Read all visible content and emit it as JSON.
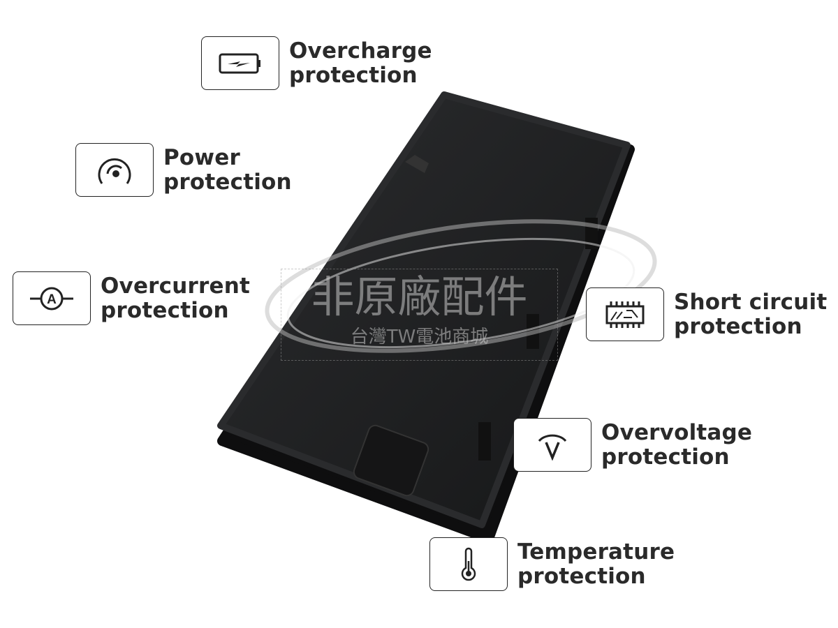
{
  "features": [
    {
      "id": "overcharge",
      "line1": "Overcharge",
      "line2": "protection",
      "icon": "battery-charge-icon"
    },
    {
      "id": "power",
      "line1": "Power",
      "line2": "protection",
      "icon": "gauge-icon"
    },
    {
      "id": "overcurrent",
      "line1": "Overcurrent",
      "line2": "protection",
      "icon": "ammeter-icon"
    },
    {
      "id": "short-circuit",
      "line1": "Short circuit",
      "line2": "protection",
      "icon": "circuit-chip-icon"
    },
    {
      "id": "overvoltage",
      "line1": "Overvoltage",
      "line2": "protection",
      "icon": "voltmeter-icon"
    },
    {
      "id": "temperature",
      "line1": "Temperature",
      "line2": "protection",
      "icon": "thermometer-icon"
    }
  ],
  "watermark": {
    "line1": "非原廠配件",
    "line2": "台灣TW電池商城"
  },
  "colors": {
    "battery": "#1e1f21",
    "text": "#2a2a2a"
  }
}
